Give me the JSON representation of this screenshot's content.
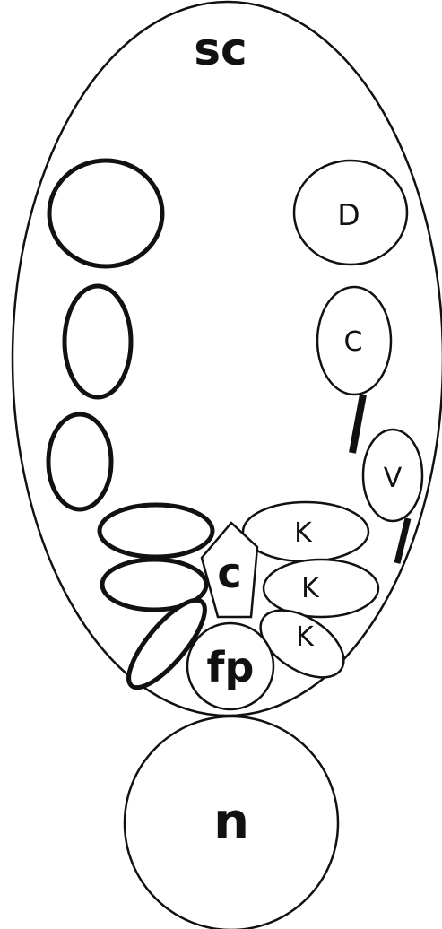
{
  "labels": {
    "sc": "sc",
    "D": "D",
    "C_upper": "C",
    "V": "V",
    "K_top": "K",
    "K_middle": "K",
    "K_bottom": "K",
    "c": "c",
    "fp": "fp",
    "n": "n"
  }
}
